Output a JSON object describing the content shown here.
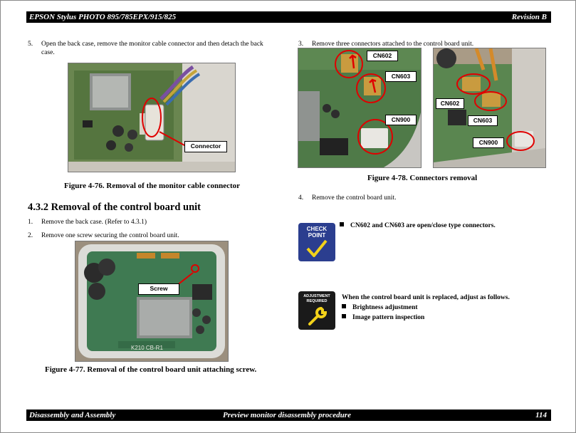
{
  "header": {
    "title": "EPSON Stylus PHOTO 895/785EPX/915/825",
    "revision": "Revision B"
  },
  "footer": {
    "left": "Disassembly and Assembly",
    "center": "Preview monitor disassembly procedure",
    "page": "114"
  },
  "left": {
    "step5_num": "5.",
    "step5_line1": "Open the back case, remove the monitor cable connector and then detach the back",
    "step5_line2": "case.",
    "fig76_label": "Connector",
    "fig76_caption": "Figure 4-76.  Removal of the monitor cable connector",
    "section_title": "4.3.2  Removal of the control board unit",
    "step1_num": "1.",
    "step1": "Remove the back case. (Refer to 4.3.1)",
    "step2_num": "2.",
    "step2": "Remove one screw securing the control board unit.",
    "fig77_label": "Screw",
    "fig77_board_text": "K210 CB-R1",
    "fig77_caption": "Figure 4-77.  Removal of the control board unit attaching screw."
  },
  "right": {
    "step3_num": "3.",
    "step3": "Remove three connectors attached to the control board unit.",
    "fig78_labels": [
      "CN602",
      "CN603",
      "CN900"
    ],
    "fig78_caption": "Figure 4-78.  Connectors removal",
    "step4_num": "4.",
    "step4": "Remove the control board unit.",
    "check_icon_line1": "CHECK",
    "check_icon_line2": "POINT",
    "check_text": "CN602 and CN603 are open/close type connectors.",
    "adjust_icon_line1": "ADJUSTMENT",
    "adjust_icon_line2": "REQUIRED",
    "adjust_text": "When the control board unit is replaced, adjust as follows.",
    "adjust_items": [
      "Brightness adjustment",
      "Image pattern inspection"
    ]
  }
}
